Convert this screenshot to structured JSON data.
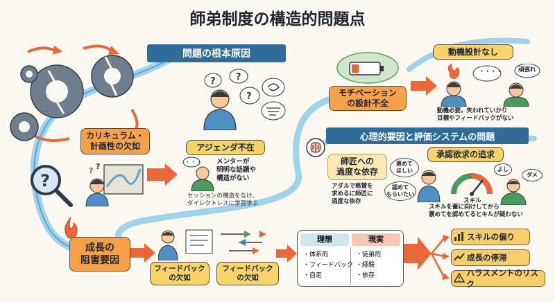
{
  "title": "師弟制度の構造的問題点",
  "root_cause": {
    "label": "問題の根本原因"
  },
  "motivation": {
    "box": [
      "モチベーション",
      "の設計不全"
    ],
    "design_label": "動機設計なし",
    "speech_dots": "・・・・",
    "speech_cheer": "頑張れ",
    "caption": [
      "動機必要。失われていかり",
      "目標やフィードバックがない"
    ]
  },
  "psych": {
    "band": "心理的要因と評価システムの問題",
    "dependence": {
      "box": [
        "師匠への",
        "過度な依存"
      ],
      "caption": [
        "アダルで慈賛を",
        "求めるに師匠に",
        "過度な依存"
      ]
    },
    "approval": {
      "box": "承認欲求の追求",
      "bubble1": [
        "褒めて",
        "ほしい"
      ],
      "bubble2": [
        "認めて",
        "もらいたい"
      ],
      "gauge_label": "スキル",
      "bubble_yoshi": "よし",
      "bubble_dame": "ダメ",
      "caption": [
        "スキルを蓄に向けしてから",
        "褒めてを認めてるとキルが疑わない"
      ]
    }
  },
  "curriculum": {
    "box": [
      "カリキュラム・",
      "計画性の欠如"
    ]
  },
  "agenda": {
    "box": "アジェンダ不在",
    "speech": "・・・",
    "side_text": [
      "メンターが",
      "明明な話題や",
      "構造がない"
    ],
    "caption": [
      "セッションの構造をなけ、",
      "ダイレクトレスに学習学ぶ"
    ]
  },
  "growth": {
    "box": [
      "成長の",
      "阻害要因"
    ]
  },
  "feedback1": {
    "box": [
      "フィードバック",
      "の欠如"
    ]
  },
  "feedback2": {
    "box": [
      "フィードバック",
      "の欠如"
    ]
  },
  "comparison": {
    "ideal": {
      "header": "理想",
      "items": [
        "・体系的",
        "・フィードバック",
        "・自走"
      ]
    },
    "reality": {
      "header": "現実",
      "items": [
        "・徒弟的",
        "・経験",
        "・依存"
      ]
    }
  },
  "outcomes": [
    {
      "icon": "skill-bias-icon",
      "label": "スキルの偏り"
    },
    {
      "icon": "growth-stagnation-icon",
      "label": "成長の停滞"
    },
    {
      "icon": "warning-icon",
      "label": "ハラスメントのリスク"
    }
  ],
  "colors": {
    "orange": "#f5a14a",
    "yellow": "#f6d36b",
    "blue": "#2f6c9a",
    "arrow_orange": "#e8683a",
    "path_blue": "#8ec9e6"
  }
}
